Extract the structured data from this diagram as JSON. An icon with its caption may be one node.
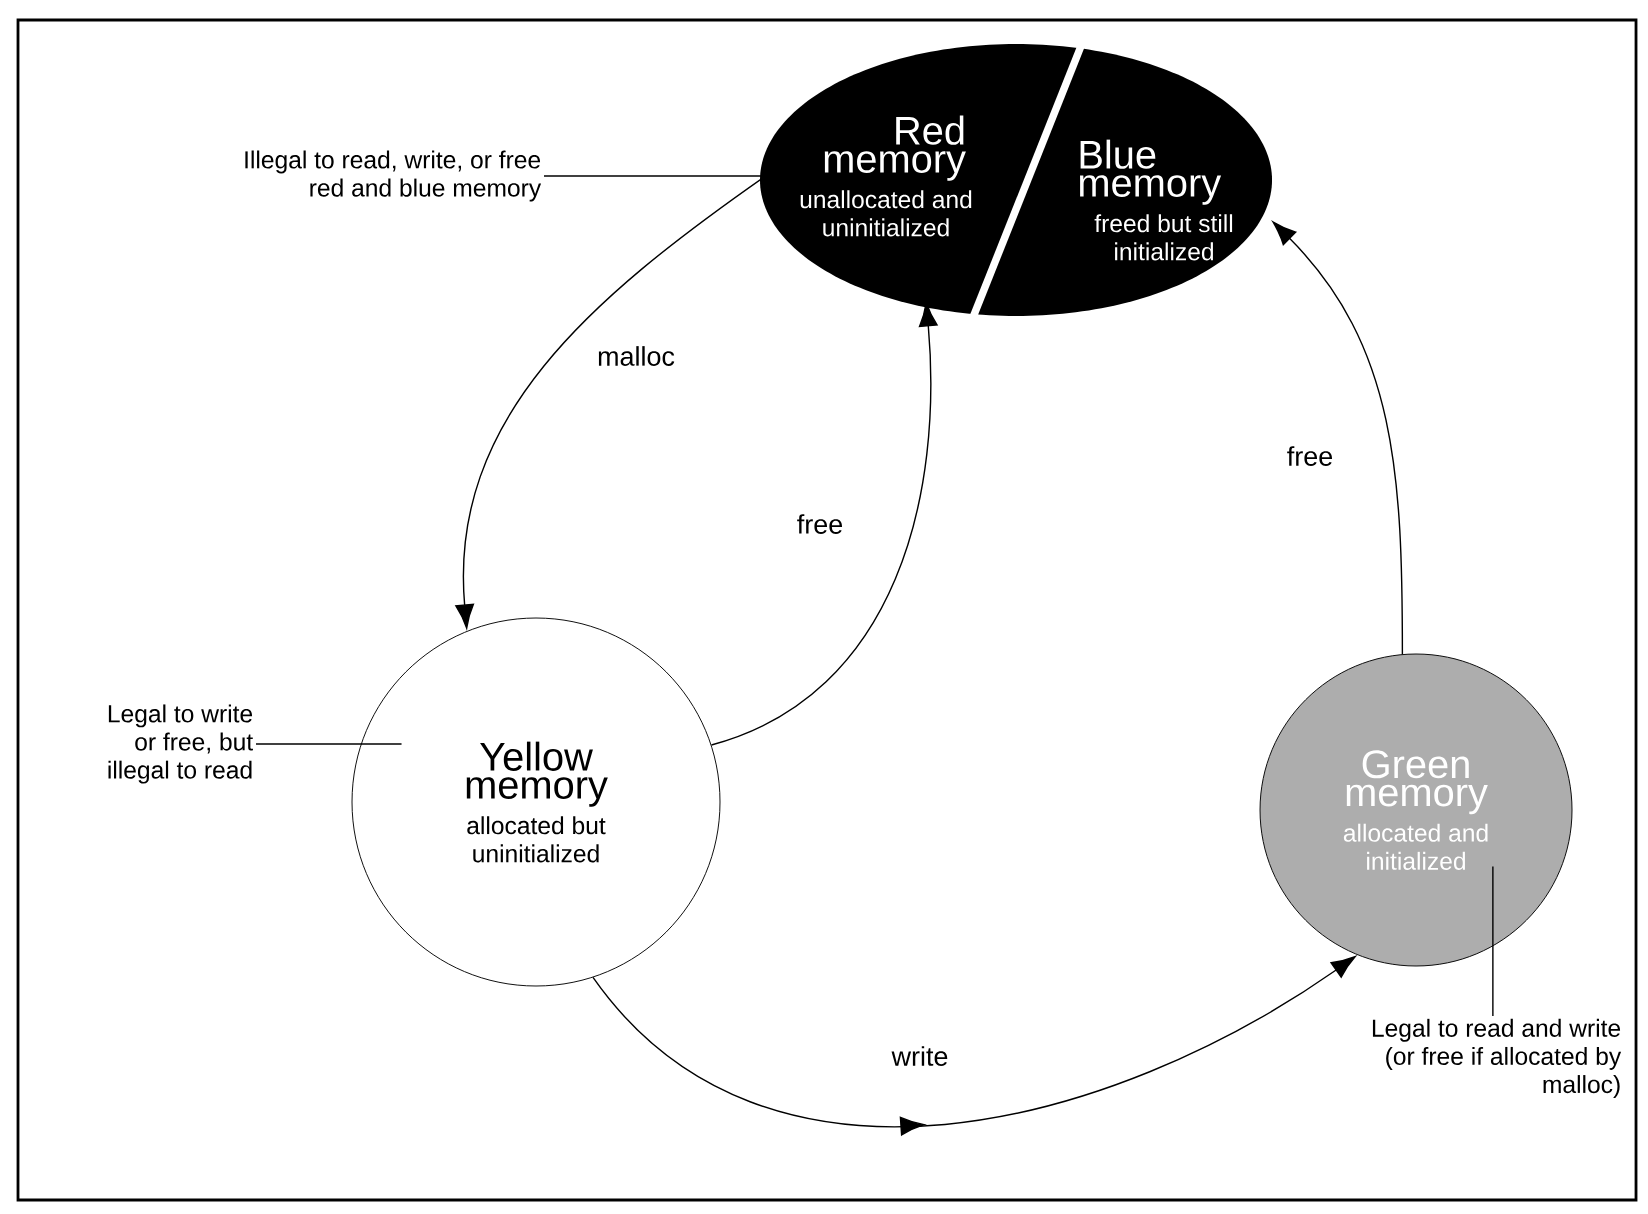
{
  "diagram": {
    "nodes": [
      {
        "text": [
          "Red memory",
          "unallocated and uninitialized"
        ]
      },
      {
        "text": [
          "Blue memory",
          "freed but still initialized"
        ]
      },
      {
        "text": [
          "Yellow memory",
          "allocated but uninitialized"
        ]
      },
      {
        "text": [
          "Green memory",
          "allocated and initialized"
        ]
      },
      {
        "text": [
          "Illegal to read, write, or free red and blue memory"
        ]
      },
      {
        "text": [
          "Legal to write or free, but illegal to read"
        ]
      },
      {
        "text": [
          "Legal to read and write (or free if allocated by malloc)"
        ]
      }
    ],
    "edges": [
      {
        "from": 0,
        "to": 2,
        "arrow": "to",
        "label": "malloc"
      },
      {
        "from": 2,
        "to": 0,
        "arrow": "to",
        "label": "free"
      },
      {
        "from": 2,
        "to": 3,
        "arrow": "to",
        "label": "write"
      },
      {
        "from": 3,
        "to": 1,
        "arrow": "to",
        "label": "free"
      },
      {
        "from": 4,
        "to": 0,
        "arrow": "none"
      },
      {
        "from": 5,
        "to": 2,
        "arrow": "none"
      },
      {
        "from": 6,
        "to": 3,
        "arrow": "none"
      }
    ]
  }
}
